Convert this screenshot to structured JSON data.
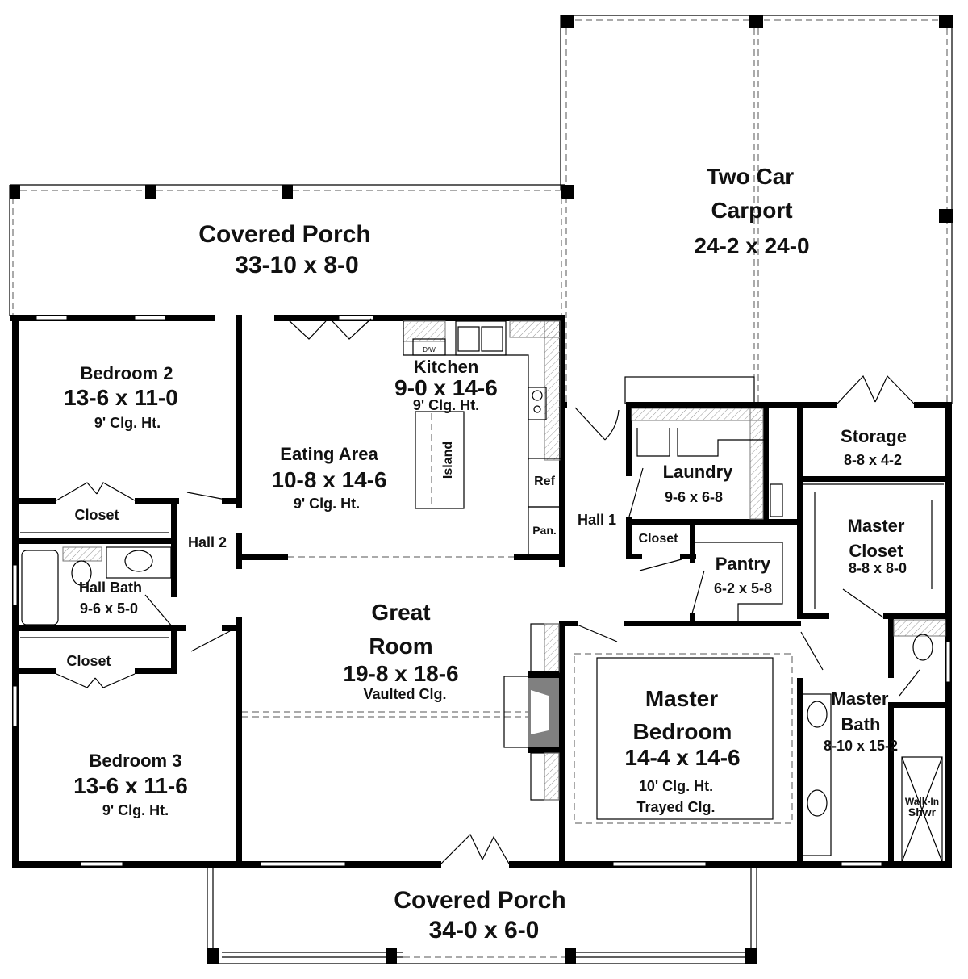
{
  "plan": {
    "type": "floor-plan",
    "spaces": {
      "covered_porch_rear": {
        "name": "Covered Porch",
        "size": "33-10 x 8-0"
      },
      "carport": {
        "name_line1": "Two Car",
        "name_line2": "Carport",
        "size": "24-2 x 24-0"
      },
      "bedroom2": {
        "name": "Bedroom 2",
        "size": "13-6 x 11-0",
        "ceiling": "9' Clg. Ht."
      },
      "closet_bed2": {
        "name": "Closet"
      },
      "hall2": {
        "name": "Hall 2"
      },
      "hall_bath": {
        "name": "Hall Bath",
        "size": "9-6 x 5-0"
      },
      "closet_bed3": {
        "name": "Closet"
      },
      "bedroom3": {
        "name": "Bedroom 3",
        "size": "13-6 x 11-6",
        "ceiling": "9' Clg. Ht."
      },
      "eating_area": {
        "name": "Eating Area",
        "size": "10-8 x 14-6",
        "ceiling": "9' Clg. Ht."
      },
      "kitchen": {
        "name": "Kitchen",
        "size": "9-0 x 14-6",
        "ceiling": "9' Clg. Ht."
      },
      "island": {
        "name": "Island"
      },
      "ref": {
        "name": "Ref"
      },
      "pan": {
        "name": "Pan."
      },
      "dw": {
        "name": "D/W"
      },
      "great_room": {
        "name_line1": "Great",
        "name_line2": "Room",
        "size": "19-8 x 18-6",
        "ceiling": "Vaulted Clg."
      },
      "hall1": {
        "name": "Hall 1"
      },
      "laundry": {
        "name": "Laundry",
        "size": "9-6 x 6-8"
      },
      "closet_hall1": {
        "name": "Closet"
      },
      "pantry": {
        "name": "Pantry",
        "size": "6-2 x 5-8"
      },
      "storage": {
        "name": "Storage",
        "size": "8-8 x 4-2"
      },
      "master_closet": {
        "name_line1": "Master",
        "name_line2": "Closet",
        "size": "8-8 x 8-0"
      },
      "master_bedroom": {
        "name_line1": "Master",
        "name_line2": "Bedroom",
        "size": "14-4 x 14-6",
        "ceiling": "10' Clg. Ht.",
        "ceiling_type": "Trayed Clg."
      },
      "master_bath": {
        "name_line1": "Master",
        "name_line2": "Bath",
        "size": "8-10 x 15-2"
      },
      "walk_in_shower": {
        "line1": "Walk-In",
        "line2": "Shwr"
      },
      "covered_porch_front": {
        "name": "Covered Porch",
        "size": "34-0 x 6-0"
      }
    },
    "colors": {
      "wall": "#000000",
      "fireplace": "#808080",
      "background": "#ffffff"
    }
  }
}
